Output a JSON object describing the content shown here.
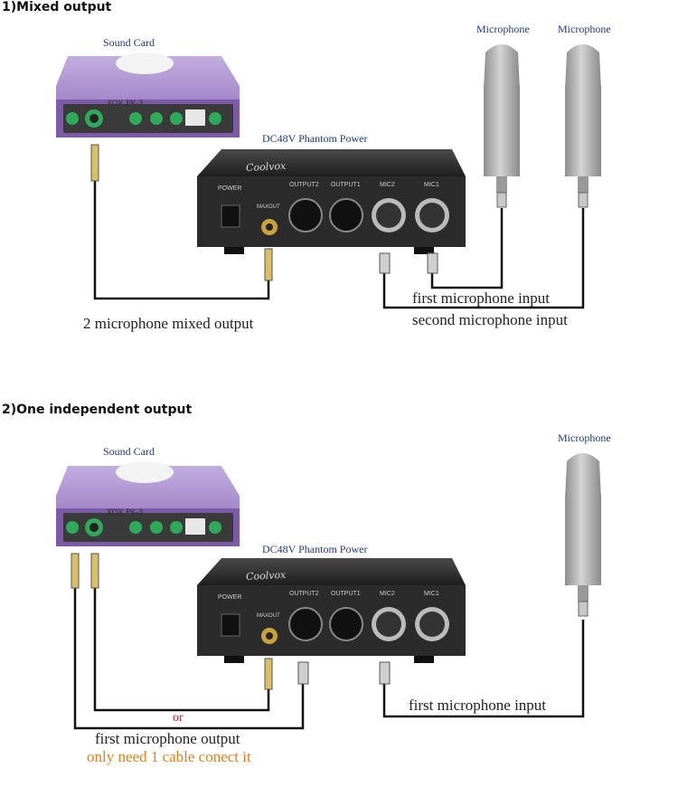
{
  "sections": [
    {
      "title": "1)Mixed output",
      "sound_card_label": "Sound Card",
      "sound_card_model": "XOX PK-3",
      "phantom_label": "DC48V Phantom Power",
      "device": {
        "brand": "Coolvox",
        "power": "POWER",
        "maxout": "MAXOUT",
        "output2": "OUTPUT2",
        "output1": "OUTPUT1",
        "mic2": "MIC2",
        "mic1": "MIC1"
      },
      "microphones": [
        "Microphone",
        "Microphone"
      ],
      "captions": {
        "mixed": "2 microphone mixed output",
        "first_in": "first microphone input",
        "second_in": "second microphone input"
      }
    },
    {
      "title": "2)One independent output",
      "sound_card_label": "Sound Card",
      "sound_card_model": "XOX PK-3",
      "phantom_label": "DC48V Phantom Power",
      "device": {
        "brand": "Coolvox",
        "power": "POWER",
        "maxout": "MAXOUT",
        "output2": "OUTPUT2",
        "output1": "OUTPUT1",
        "mic2": "MIC2",
        "mic1": "MIC1"
      },
      "microphones": [
        "Microphone"
      ],
      "captions": {
        "or": "or",
        "first_out": "first microphone output",
        "only_one": "only need 1 cable conect it",
        "first_in": "first microphone input"
      }
    }
  ],
  "colors": {
    "label_blue": "#1a3a8a",
    "or_red": "#c8102e",
    "note_orange": "#e0801a",
    "device_body": "#2a2a2a",
    "card_purple": "#9a7bc4"
  }
}
